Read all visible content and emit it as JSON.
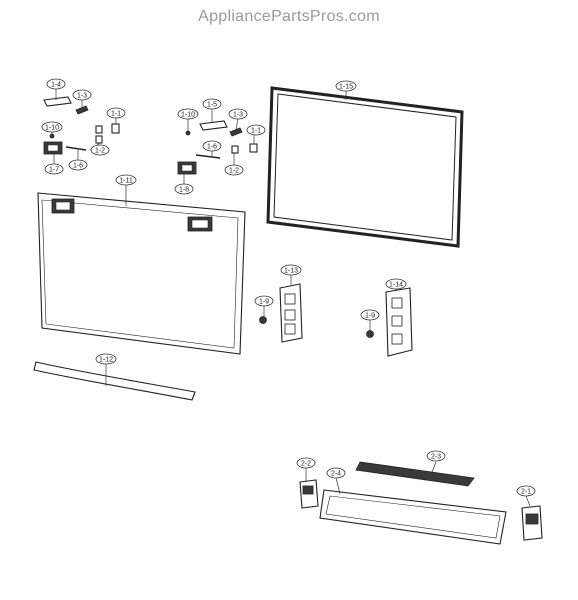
{
  "watermark": "AppliancePartsPros.com",
  "callouts": {
    "c_1_4": "1-4",
    "c_1_3a": "1-3",
    "c_1_1a": "1-1",
    "c_1_10a": "1-10",
    "c_1_2a": "1-2",
    "c_1_7": "1-7",
    "c_1_6a": "1-6",
    "c_1_10b": "1-10",
    "c_1_5": "1-5",
    "c_1_3b": "1-3",
    "c_1_1b": "1-1",
    "c_1_6b": "1-6",
    "c_1_2b": "1-2",
    "c_1_8": "1-8",
    "c_1_15": "1-15",
    "c_1_11": "1-11",
    "c_1_13": "1-13",
    "c_1_9a": "1-9",
    "c_1_14": "1-14",
    "c_1_9b": "1-9",
    "c_1_12": "1-12",
    "c_2_2": "2-2",
    "c_2_3": "2-3",
    "c_2_4": "2-4",
    "c_2_1": "2-1"
  }
}
